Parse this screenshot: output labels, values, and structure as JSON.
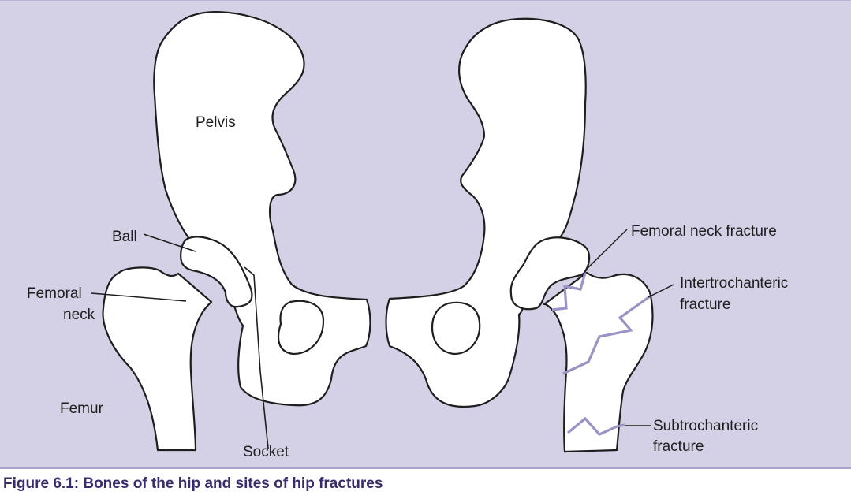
{
  "labels": {
    "pelvis": "Pelvis",
    "ball": "Ball",
    "femoral_neck": [
      "Femoral",
      "neck"
    ],
    "femur": "Femur",
    "socket": "Socket",
    "femoral_neck_fracture": "Femoral neck fracture",
    "intertrochanteric_fracture": [
      "Intertrochanteric",
      "fracture"
    ],
    "subtrochanteric_fracture": [
      "Subtrochanteric",
      "fracture"
    ]
  },
  "caption": "Figure 6.1: Bones of the hip and sites of hip fractures",
  "colors": {
    "background": "#d4d0e5",
    "bone_fill": "#ffffff",
    "outline": "#1e1e1e",
    "fracture_line": "#9b93c6",
    "caption_text": "#3a2b6e"
  }
}
